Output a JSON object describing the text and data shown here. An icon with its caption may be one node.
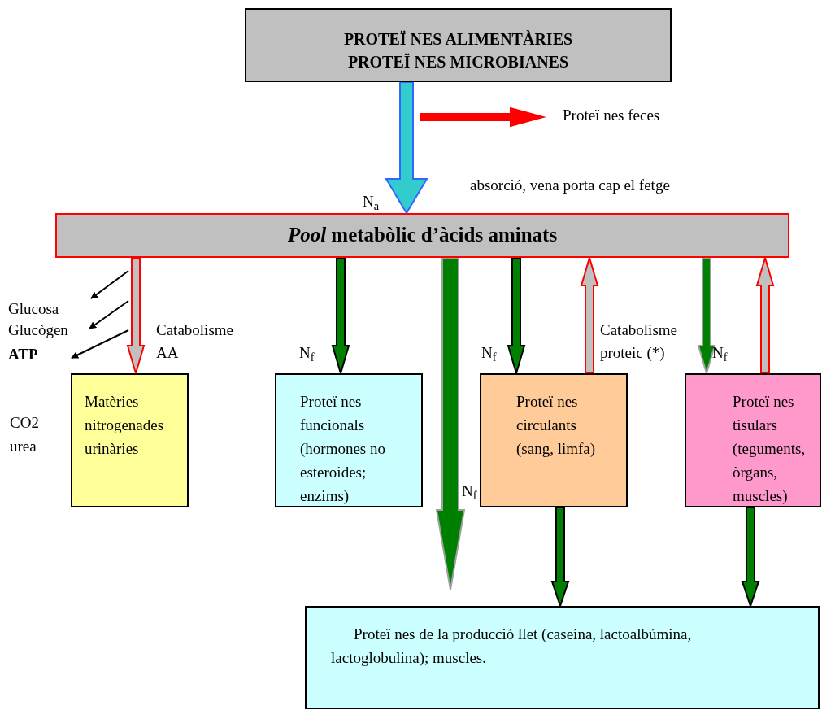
{
  "diagram": {
    "nodes": [
      {
        "text": [
          "PROTEÏ NES ALIMENTÀRIES PROTEÏ NES MICROBIANES"
        ]
      },
      {
        "text": [
          "*Pool* metabòlic d’àcids aminats"
        ]
      },
      {
        "text": [
          "Matèries nitrogenades urinàries"
        ]
      },
      {
        "text": [
          "Proteï nes funcionals (hormones no esteroides; enzims)"
        ]
      },
      {
        "text": [
          "Proteï nes circulants (sang, limfa)"
        ]
      },
      {
        "text": [
          "Proteï nes tisulars (teguments, òrgans, muscles)"
        ]
      },
      {
        "text": [
          "Proteï nes de la producció llet (caseína, lactoalbúmina, lactoglobulina); muscles."
        ]
      },
      {
        "text": [
          "Proteï nes feces"
        ]
      },
      {
        "text": [
          "Glucosa"
        ]
      },
      {
        "text": [
          "Glucògen"
        ]
      },
      {
        "text": [
          "ATP"
        ]
      }
    ],
    "edges": [
      {
        "from": 0,
        "to": 1,
        "arrow": "to",
        "label": "N$_{a}$",
        "style": "thick",
        "color": "#33cccc"
      },
      {
        "from": null,
        "to": 7,
        "arrow": "to",
        "style": "thick",
        "color": "#ff0000"
      },
      {
        "from": null,
        "to": 8,
        "arrow": "to",
        "color": "#000000"
      },
      {
        "from": null,
        "to": 9,
        "arrow": "to",
        "color": "#000000"
      },
      {
        "from": null,
        "to": 10,
        "arrow": "to",
        "color": "#000000"
      },
      {
        "from": 1,
        "to": 2,
        "arrow": "to",
        "label": "Catabolisme AA",
        "style": "thick",
        "color": "#c0c0c0"
      },
      {
        "from": 1,
        "to": 3,
        "arrow": "to",
        "label": "N$_{f}$",
        "style": "thick",
        "color": "#008000"
      },
      {
        "from": 1,
        "to": 6,
        "arrow": "to",
        "label": "N$_{f}$",
        "style": "thick",
        "color": "#008000"
      },
      {
        "from": 1,
        "to": 4,
        "arrow": "to",
        "label": "N$_{f}$",
        "style": "thick",
        "color": "#008000"
      },
      {
        "from": 4,
        "to": 1,
        "arrow": "to",
        "label": "Catabolisme proteic (*)",
        "style": "thick",
        "color": "#c0c0c0"
      },
      {
        "from": 1,
        "to": 5,
        "arrow": "to",
        "label": "N$_{f}$",
        "style": "thick",
        "color": "#008000"
      },
      {
        "from": 5,
        "to": 1,
        "arrow": "to",
        "style": "thick",
        "color": "#c0c0c0"
      },
      {
        "from": 4,
        "to": 6,
        "arrow": "to",
        "style": "thick",
        "color": "#008000"
      },
      {
        "from": 5,
        "to": 6,
        "arrow": "to",
        "style": "thick",
        "color": "#008000"
      }
    ],
    "labels": [
      "absorció, vena porta cap el fetge",
      "CO2",
      "urea"
    ]
  }
}
